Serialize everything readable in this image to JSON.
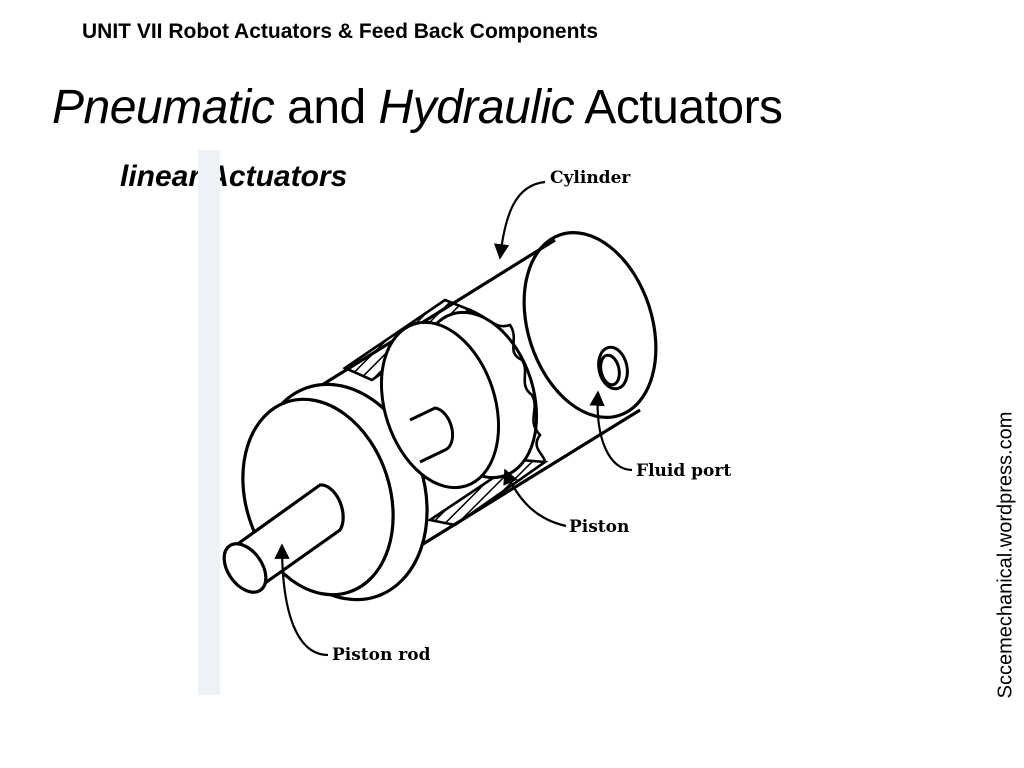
{
  "header": {
    "unit_title": "UNIT VII Robot Actuators &  Feed Back Components"
  },
  "title": {
    "part1": "Pneumatic",
    "part2": " and ",
    "part3": "Hydraulic",
    "part4": " Actuators"
  },
  "subtitle": "linear Actuators",
  "diagram": {
    "labels": {
      "cylinder": "Cylinder",
      "fluid_port": "Fluid port",
      "piston": "Piston",
      "piston_rod": "Piston rod"
    }
  },
  "watermark": "Sccemechanical.wordpress.com"
}
